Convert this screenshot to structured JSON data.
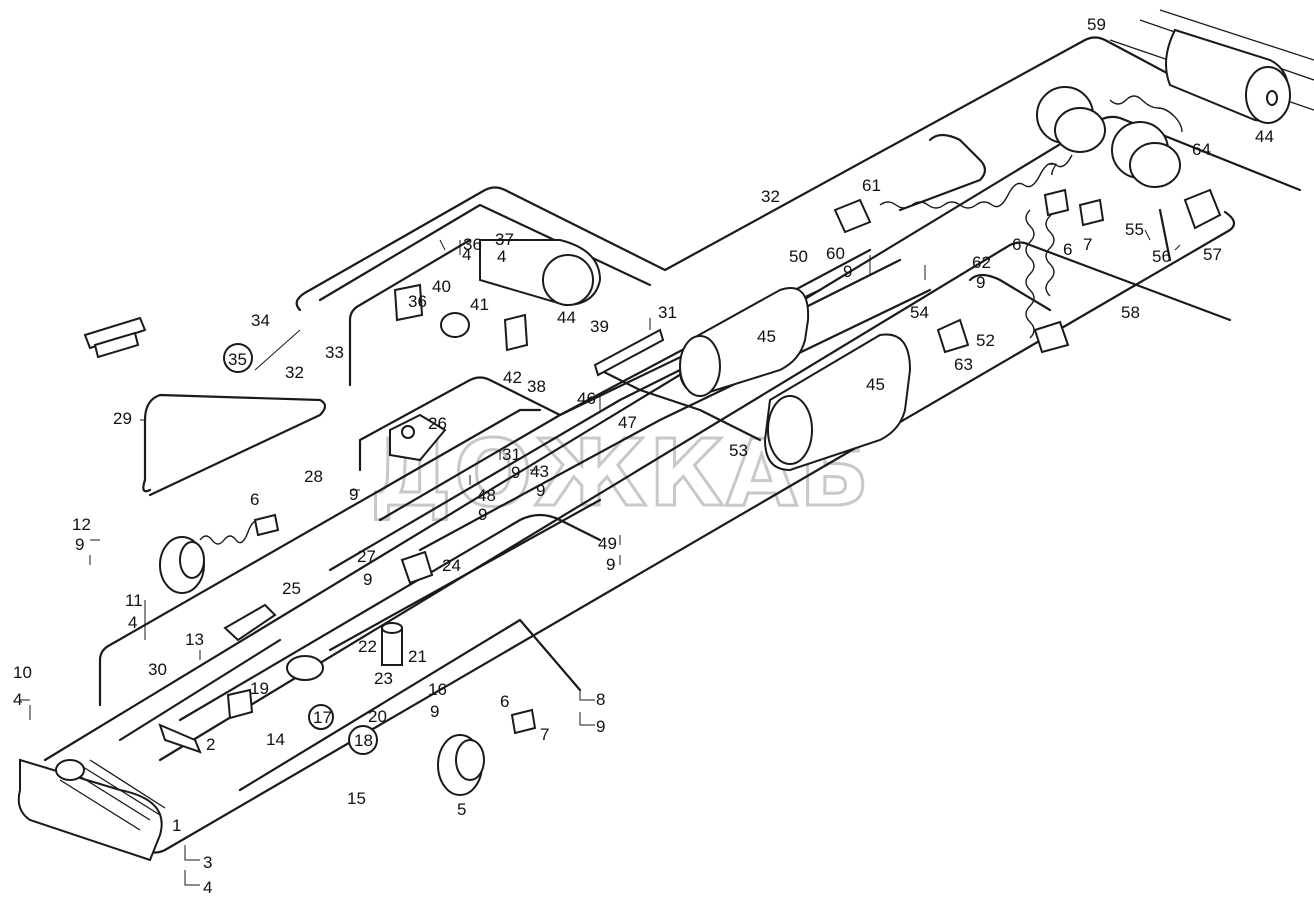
{
  "watermark": "ДОЖКАБ",
  "callouts": [
    {
      "id": "c1",
      "text": "1"
    },
    {
      "id": "c2",
      "text": "2"
    },
    {
      "id": "c3",
      "text": "3"
    },
    {
      "id": "c4a",
      "text": "4"
    },
    {
      "id": "c4b",
      "text": "4"
    },
    {
      "id": "c4c",
      "text": "4"
    },
    {
      "id": "c4d",
      "text": "4"
    },
    {
      "id": "c4e",
      "text": "4"
    },
    {
      "id": "c5",
      "text": "5"
    },
    {
      "id": "c6a",
      "text": "6"
    },
    {
      "id": "c6b",
      "text": "6"
    },
    {
      "id": "c6c",
      "text": "6"
    },
    {
      "id": "c6d",
      "text": "6"
    },
    {
      "id": "c7a",
      "text": "7"
    },
    {
      "id": "c7b",
      "text": "7"
    },
    {
      "id": "c7c",
      "text": "7"
    },
    {
      "id": "c8",
      "text": "8"
    },
    {
      "id": "c9a",
      "text": "9"
    },
    {
      "id": "c9b",
      "text": "9"
    },
    {
      "id": "c9c",
      "text": "9"
    },
    {
      "id": "c9d",
      "text": "9"
    },
    {
      "id": "c9e",
      "text": "9"
    },
    {
      "id": "c9f",
      "text": "9"
    },
    {
      "id": "c9g",
      "text": "9"
    },
    {
      "id": "c9h",
      "text": "9"
    },
    {
      "id": "c9i",
      "text": "9"
    },
    {
      "id": "c9j",
      "text": "9"
    },
    {
      "id": "c9k",
      "text": "9"
    },
    {
      "id": "c10",
      "text": "10"
    },
    {
      "id": "c11",
      "text": "11"
    },
    {
      "id": "c12",
      "text": "12"
    },
    {
      "id": "c13",
      "text": "13"
    },
    {
      "id": "c14",
      "text": "14"
    },
    {
      "id": "c15",
      "text": "15"
    },
    {
      "id": "c16",
      "text": "16"
    },
    {
      "id": "c17",
      "text": "17"
    },
    {
      "id": "c18",
      "text": "18"
    },
    {
      "id": "c19",
      "text": "19"
    },
    {
      "id": "c20",
      "text": "20"
    },
    {
      "id": "c21",
      "text": "21"
    },
    {
      "id": "c22",
      "text": "22"
    },
    {
      "id": "c23",
      "text": "23"
    },
    {
      "id": "c24",
      "text": "24"
    },
    {
      "id": "c25",
      "text": "25"
    },
    {
      "id": "c26",
      "text": "26"
    },
    {
      "id": "c27",
      "text": "27"
    },
    {
      "id": "c28",
      "text": "28"
    },
    {
      "id": "c29",
      "text": "29"
    },
    {
      "id": "c30",
      "text": "30"
    },
    {
      "id": "c31a",
      "text": "31"
    },
    {
      "id": "c31b",
      "text": "31"
    },
    {
      "id": "c32a",
      "text": "32"
    },
    {
      "id": "c32b",
      "text": "32"
    },
    {
      "id": "c33",
      "text": "33"
    },
    {
      "id": "c34",
      "text": "34"
    },
    {
      "id": "c35",
      "text": "35"
    },
    {
      "id": "c36a",
      "text": "36"
    },
    {
      "id": "c36b",
      "text": "36"
    },
    {
      "id": "c37",
      "text": "37"
    },
    {
      "id": "c38",
      "text": "38"
    },
    {
      "id": "c39",
      "text": "39"
    },
    {
      "id": "c40",
      "text": "40"
    },
    {
      "id": "c41",
      "text": "41"
    },
    {
      "id": "c42",
      "text": "42"
    },
    {
      "id": "c43",
      "text": "43"
    },
    {
      "id": "c44a",
      "text": "44"
    },
    {
      "id": "c44b",
      "text": "44"
    },
    {
      "id": "c45a",
      "text": "45"
    },
    {
      "id": "c45b",
      "text": "45"
    },
    {
      "id": "c46",
      "text": "46"
    },
    {
      "id": "c47",
      "text": "47"
    },
    {
      "id": "c48",
      "text": "48"
    },
    {
      "id": "c49",
      "text": "49"
    },
    {
      "id": "c50",
      "text": "50"
    },
    {
      "id": "c52",
      "text": "52"
    },
    {
      "id": "c53",
      "text": "53"
    },
    {
      "id": "c54",
      "text": "54"
    },
    {
      "id": "c55",
      "text": "55"
    },
    {
      "id": "c56",
      "text": "56"
    },
    {
      "id": "c57",
      "text": "57"
    },
    {
      "id": "c58",
      "text": "58"
    },
    {
      "id": "c59",
      "text": "59"
    },
    {
      "id": "c60",
      "text": "60"
    },
    {
      "id": "c61",
      "text": "61"
    },
    {
      "id": "c62",
      "text": "62"
    },
    {
      "id": "c63",
      "text": "63"
    },
    {
      "id": "c64",
      "text": "64"
    }
  ]
}
